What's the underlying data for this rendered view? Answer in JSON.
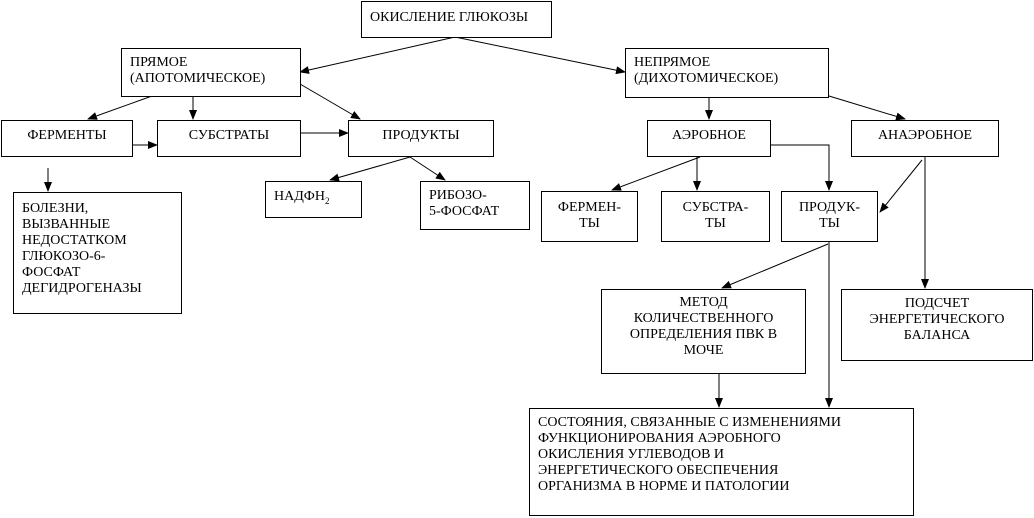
{
  "nodes": {
    "root": "ОКИСЛЕНИЕ ГЛЮКОЗЫ",
    "direct": "ПРЯМОЕ\n(АПОТОМИЧЕСКОЕ)",
    "indirect": "НЕПРЯМОЕ\n(ДИХОТОМИЧЕСКОЕ)",
    "enzymes": "ФЕРМЕНТЫ",
    "substrates": "СУБСТРАТЫ",
    "products": "ПРОДУКТЫ",
    "diseases": "БОЛЕЗНИ,\nВЫЗВАННЫЕ\nНЕДОСТАТКОМ\nГЛЮКОЗО-6-\nФОСФАТ\nДЕГИДРОГЕНАЗЫ",
    "nadph": "НАДФН",
    "nadph_sub": "2",
    "ribose": "РИБОЗО-\n5-ФОСФАТ",
    "aerobic": "АЭРОБНОЕ",
    "anaerobic": "АНАЭРОБНОЕ",
    "aer_enzymes": "ФЕРМЕН-\nТЫ",
    "aer_substrates": "СУБСТРА-\nТЫ",
    "aer_products": "ПРОДУК-\nТЫ",
    "method": "МЕТОД\nКОЛИЧЕСТВЕННОГО\nОПРЕДЕЛЕНИЯ ПВК В\nМОЧЕ",
    "energy": "ПОДСЧЕТ\nЭНЕРГЕТИЧЕСКОГО\nБАЛАНСА",
    "states": "СОСТОЯНИЯ, СВЯЗАННЫЕ С ИЗМЕНЕНИЯМИ\nФУНКЦИОНИРОВАНИЯ АЭРОБНОГО\nОКИСЛЕНИЯ УГЛЕВОДОВ И\nЭНЕРГЕТИЧЕСКОГО ОБЕСПЕЧЕНИЯ\nОРГАНИЗМА В НОРМЕ  И ПАТОЛОГИИ"
  },
  "colors": {
    "line": "#000000",
    "background": "#ffffff"
  }
}
